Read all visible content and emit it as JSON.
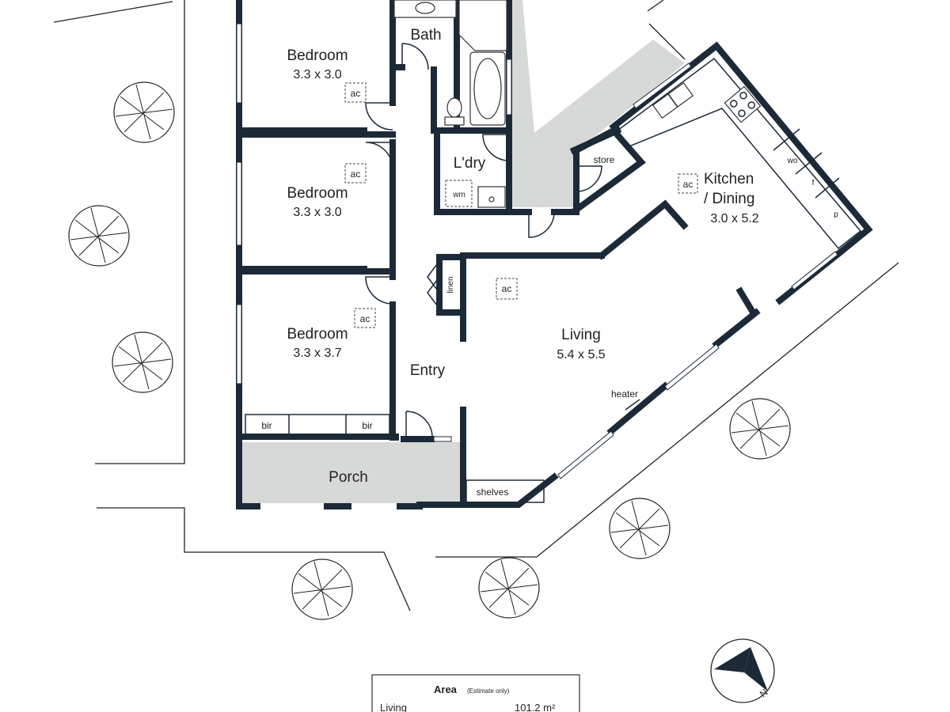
{
  "rooms": {
    "bedroom1": {
      "name": "Bedroom",
      "dims": "3.3 x 3.0",
      "ac": "ac"
    },
    "bedroom2": {
      "name": "Bedroom",
      "dims": "3.3 x 3.0",
      "ac": "ac"
    },
    "bedroom3": {
      "name": "Bedroom",
      "dims": "3.3 x 3.7",
      "ac": "ac"
    },
    "bath": {
      "name": "Bath"
    },
    "laundry": {
      "name": "L'dry",
      "wm": "wm"
    },
    "kitchen": {
      "name_line1": "Kitchen",
      "name_line2": "/ Dining",
      "dims": "3.0 x 5.2",
      "ac": "ac",
      "wo": "wo",
      "f": "f",
      "p": "p"
    },
    "store": {
      "name": "store"
    },
    "living": {
      "name": "Living",
      "dims": "5.4 x 5.5",
      "ac": "ac",
      "heater": "heater",
      "shelves": "shelves"
    },
    "entry": {
      "name": "Entry"
    },
    "linen": {
      "name": "linen"
    },
    "porch": {
      "name": "Porch"
    },
    "bir": [
      "bir",
      "bir"
    ]
  },
  "area_table": {
    "title": "Area",
    "note": "(Estimate only)",
    "rows": [
      {
        "label": "Living",
        "value": "101.2 m²"
      }
    ]
  },
  "compass": {
    "label": "N"
  },
  "colors": {
    "wall": "#1c2a38",
    "shaded": "#d7d8d8"
  }
}
